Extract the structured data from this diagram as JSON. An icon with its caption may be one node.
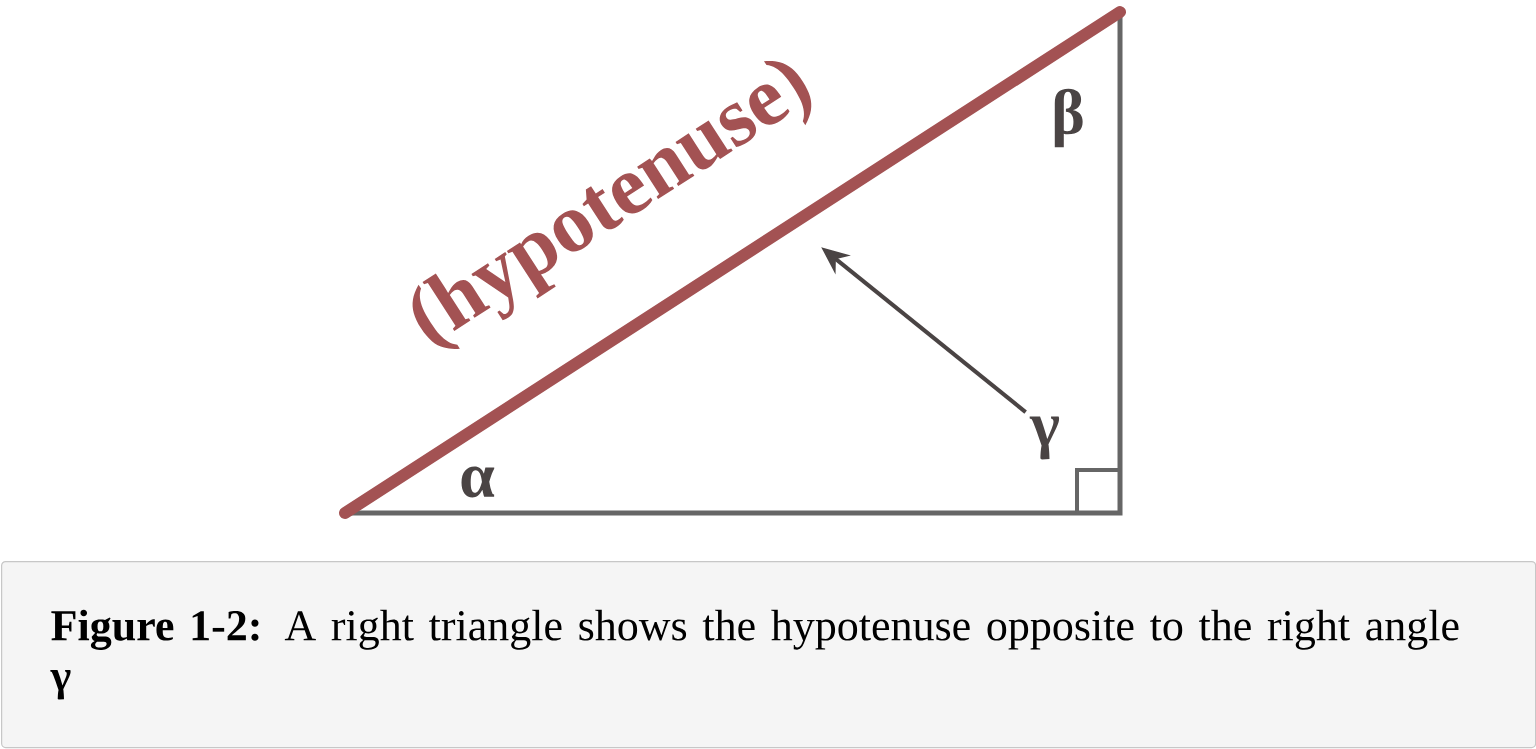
{
  "diagram": {
    "caption": "**Figure 1-2:** A right triangle shows the hypotenuse opposite to the right angle **γ**",
    "nodes": [
      {
        "text": [
          "γ"
        ]
      },
      {
        "text": [
          "(hypotenuse)"
        ]
      }
    ],
    "edges": [
      {
        "from": 0,
        "to": 1,
        "arrow": "to"
      }
    ],
    "labels": [
      "β",
      "α"
    ]
  }
}
